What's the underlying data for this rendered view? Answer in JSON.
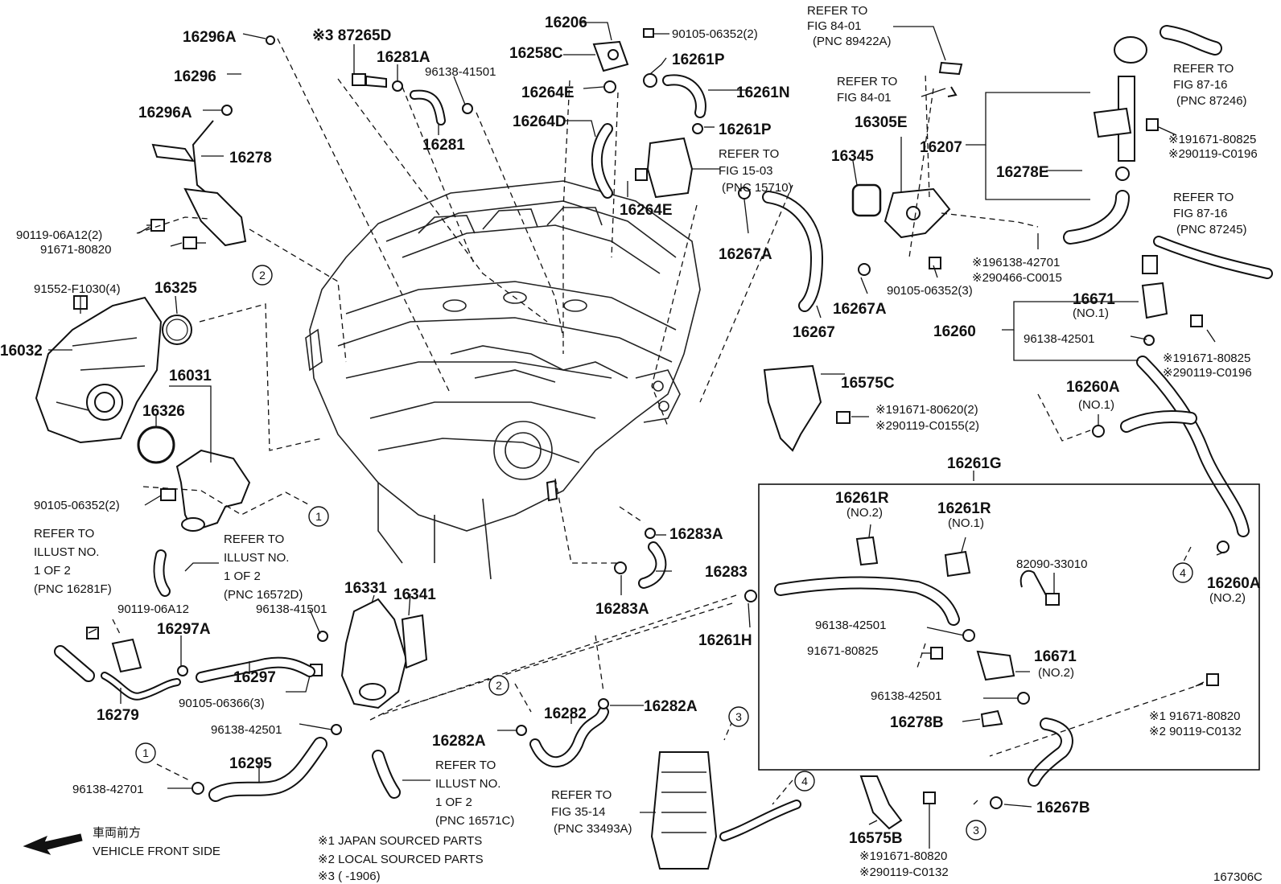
{
  "labels": {
    "p16296a_top": "16296A",
    "p16296": "16296",
    "p16296a_bot": "16296A",
    "p16278": "16278",
    "p90119_06a12_2": "90119-06A12(2)",
    "p91671_80820_a": "91671-80820",
    "p91552": "91552-F1030(4)",
    "p16325": "16325",
    "p16032": "16032",
    "p16031": "16031",
    "p16326": "16326",
    "p90105_06352_2b": "90105-06352(2)",
    "p87265d": "※3 87265D",
    "p16281a": "16281A",
    "p96138_41501_a": "96138-41501",
    "p16281": "16281",
    "p16206": "16206",
    "p90105_06352_2a": "90105-06352(2)",
    "p16258c": "16258C",
    "p16261p_a": "16261P",
    "p16264e_a": "16264E",
    "p16261n": "16261N",
    "p16264d": "16264D",
    "p16261p_b": "16261P",
    "p16264e_b": "16264E",
    "p16305e": "16305E",
    "p16345": "16345",
    "p16207": "16207",
    "p16278e": "16278E",
    "p191671_80825_a": "※191671-80825",
    "p290119_c0196_a": "※290119-C0196",
    "p16267a_a": "16267A",
    "p16267a_b": "16267A",
    "p16267": "16267",
    "p96138_42701_a": "※196138-42701",
    "p290466_c0015": "※290466-C0015",
    "p90105_06352_3": "90105-06352(3)",
    "p16671_1": "16671",
    "p16671_1n": "(NO.1)",
    "p16260": "16260",
    "p96138_42501_a": "96138-42501",
    "p191671_80825_b": "※191671-80825",
    "p290119_c0196_b": "※290119-C0196",
    "p16260a_1": "16260A",
    "p16260a_1n": "(NO.1)",
    "p16575c": "16575C",
    "p191671_80620": "※191671-80620(2)",
    "p290119_c0155": "※290119-C0155(2)",
    "p16261g": "16261G",
    "p16261r_2": "16261R",
    "p16261r_2n": "(NO.2)",
    "p16261r_1": "16261R",
    "p16261r_1n": "(NO.1)",
    "p82090": "82090-33010",
    "p96138_42501_b": "96138-42501",
    "p91671_80825": "91671-80825",
    "p16671_2": "16671",
    "p16671_2n": "(NO.2)",
    "p96138_42501_c": "96138-42501",
    "p16278b": "16278B",
    "p16260a_2": "16260A",
    "p16260a_2n": "(NO.2)",
    "p191671_80820": "※1 91671-80820",
    "p290119_c0132": "※2 90119-C0132",
    "p16267b": "16267B",
    "p16575b": "16575B",
    "p191671_80820_b": "※191671-80820",
    "p290119_c0132_b": "※290119-C0132",
    "p16283a_a": "16283A",
    "p16283": "16283",
    "p16283a_b": "16283A",
    "p16261h": "16261H",
    "p16282": "16282",
    "p16282a_a": "16282A",
    "p16282a_b": "16282A",
    "p16331": "16331",
    "p16341": "16341",
    "p96138_41501_b": "96138-41501",
    "p90119_06a12": "90119-06A12",
    "p16297a": "16297A",
    "p16297": "16297",
    "p90105_06366": "90105-06366(3)",
    "p16279": "16279",
    "p96138_42501_d": "96138-42501",
    "p16295": "16295",
    "p96138_42701_b": "96138-42701"
  },
  "refs": {
    "r1": [
      "REFER TO",
      "FIG 84-01",
      "(PNC 89422A)"
    ],
    "r2": [
      "REFER TO",
      "FIG 84-01"
    ],
    "r3": [
      "REFER TO",
      "FIG 87-16",
      "(PNC 87246)"
    ],
    "r4": [
      "REFER TO",
      "FIG 15-03",
      "(PNC 15710)"
    ],
    "r5": [
      "REFER TO",
      "FIG 87-16",
      "(PNC 87245)"
    ],
    "r6": [
      "REFER TO",
      "ILLUST NO.",
      "1 OF 2",
      "(PNC 16281F)"
    ],
    "r7": [
      "REFER TO",
      "ILLUST NO.",
      "1 OF 2",
      "(PNC 16572D)"
    ],
    "r8": [
      "REFER TO",
      "ILLUST NO.",
      "1 OF 2",
      "(PNC 16571C)"
    ],
    "r9": [
      "REFER TO",
      "FIG 35-14",
      "(PNC 33493A)"
    ]
  },
  "callouts": [
    "1",
    "1",
    "2",
    "2",
    "3",
    "3",
    "4",
    "4"
  ],
  "front": {
    "jp": "車両前方",
    "en": "VEHICLE FRONT SIDE"
  },
  "notes": [
    "※1 JAPAN SOURCED PARTS",
    "※2 LOCAL SOURCED PARTS",
    "※3 (      -1906)"
  ],
  "diagram_id": "167306C"
}
